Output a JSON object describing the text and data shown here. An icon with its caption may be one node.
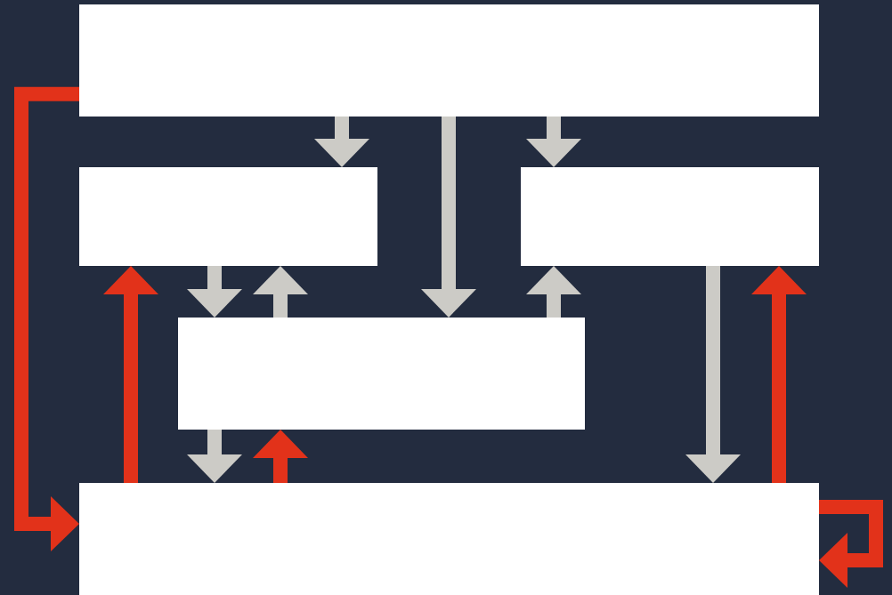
{
  "diagram": {
    "nodes": [
      {
        "text": [],
        "shape": "box"
      },
      {
        "text": [],
        "shape": "box"
      },
      {
        "text": [],
        "shape": "box"
      },
      {
        "text": [],
        "shape": "box"
      },
      {
        "text": [],
        "shape": "box"
      }
    ],
    "edges": [
      {
        "from": 0,
        "to": 1,
        "arrow": "to"
      },
      {
        "from": 0,
        "to": 3,
        "arrow": "to"
      },
      {
        "from": 0,
        "to": 2,
        "arrow": "to"
      },
      {
        "from": 1,
        "to": 3,
        "arrow": "to"
      },
      {
        "from": 3,
        "to": 1,
        "arrow": "to"
      },
      {
        "from": 3,
        "to": 2,
        "arrow": "to"
      },
      {
        "from": 3,
        "to": 4,
        "arrow": "to"
      },
      {
        "from": 4,
        "to": 3,
        "arrow": "to",
        "color": "#e2321a"
      },
      {
        "from": 4,
        "to": 1,
        "arrow": "to",
        "color": "#e2321a"
      },
      {
        "from": 2,
        "to": 4,
        "arrow": "to"
      },
      {
        "from": 4,
        "to": 2,
        "arrow": "to",
        "color": "#e2321a"
      },
      {
        "from": 0,
        "to": 4,
        "arrow": "to",
        "color": "#e2321a"
      },
      {
        "from": 4,
        "to": 4,
        "arrow": "to",
        "color": "#e2321a"
      }
    ]
  }
}
